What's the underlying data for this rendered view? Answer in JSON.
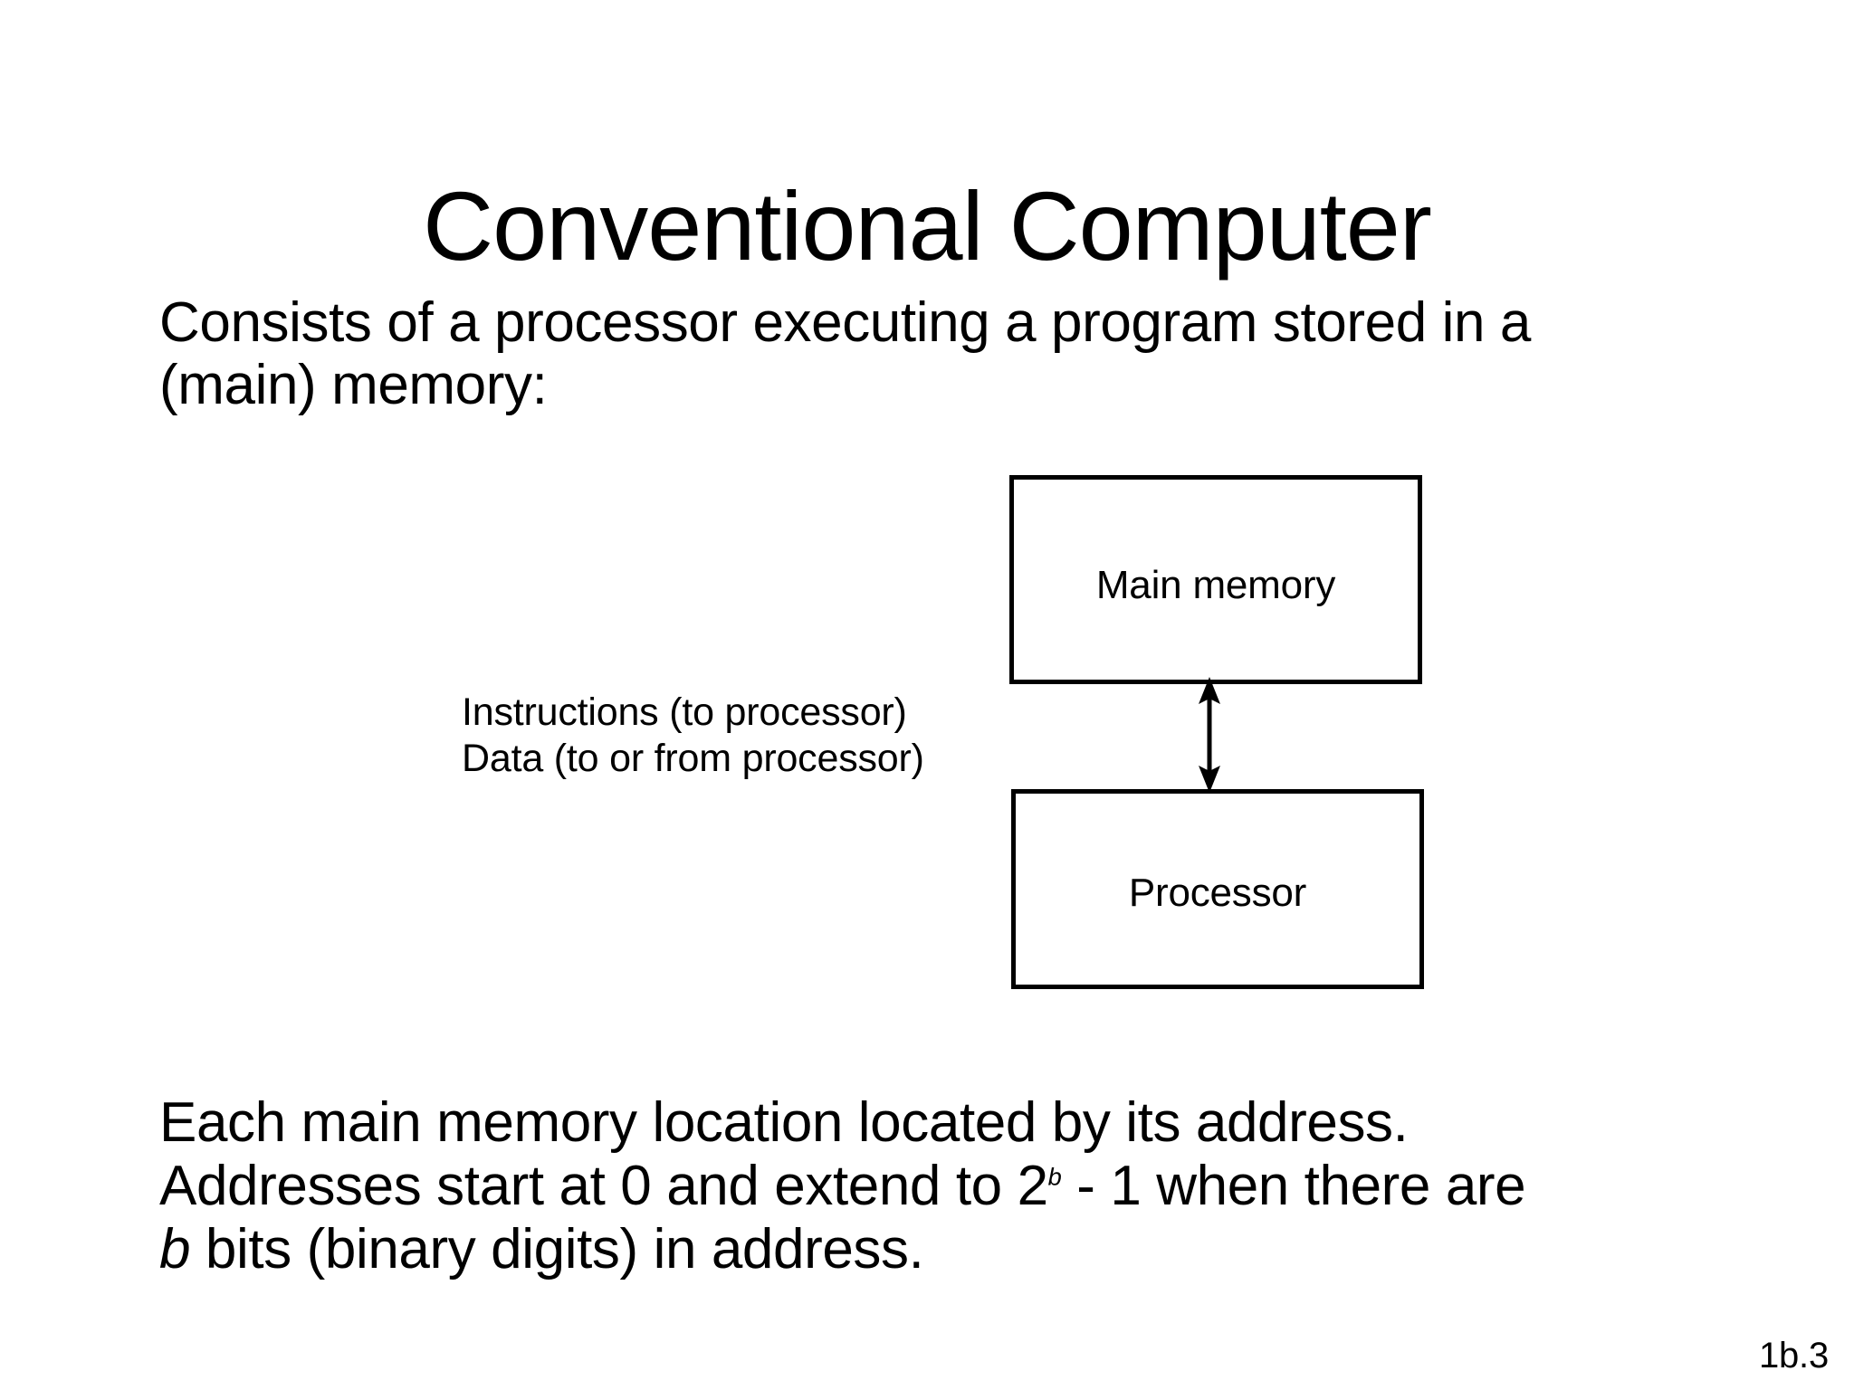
{
  "slide": {
    "title": "Conventional Computer",
    "page_number": "1b.3",
    "background_color": "#ffffff",
    "text_color": "#000000"
  },
  "intro": {
    "line1": "Consists of a processor executing a program stored in a",
    "line2": "(main) memory:"
  },
  "diagram": {
    "boxes": [
      {
        "id": "main-memory",
        "label": "Main memory"
      },
      {
        "id": "processor",
        "label": "Processor"
      }
    ],
    "connector": {
      "name": "double-headed-arrow",
      "from": "Main memory",
      "to": "Processor",
      "direction": "bidirectional"
    },
    "captions": {
      "line1": "Instructions (to processor)",
      "line2": "Data (to or from processor)"
    }
  },
  "address_note": {
    "line1": "Each main memory location located by its address.",
    "line2_part1": "Addresses start at 0 and extend to 2",
    "line2_sup": "b",
    "line2_part2": " - 1 when there are",
    "line3_italic": "b",
    "line3_rest": " bits (binary digits) in address."
  }
}
